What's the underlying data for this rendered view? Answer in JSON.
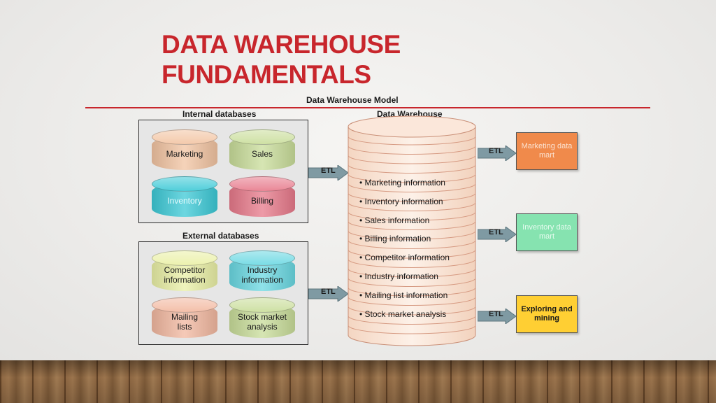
{
  "slide": {
    "title_line1": "DATA WAREHOUSE",
    "title_line2": "FUNDAMENTALS",
    "accent_color": "#c8262c"
  },
  "diagram": {
    "model_title": "Data Warehouse Model",
    "internal_header": "Internal databases",
    "external_header": "External databases",
    "warehouse_header": "Data Warehouse",
    "internal_dbs": [
      {
        "label": "Marketing",
        "color": "#f2c4a2"
      },
      {
        "label": "Sales",
        "color": "#c9dd9a"
      },
      {
        "label": "Inventory",
        "color": "#3cc9d6"
      },
      {
        "label": "Billing",
        "color": "#e7798a"
      }
    ],
    "external_dbs": [
      {
        "label": "Competitor information",
        "color": "#eaf0a6"
      },
      {
        "label": "Industry information",
        "color": "#6ad8e2"
      },
      {
        "label": "Mailing lists",
        "color": "#f2b8a0"
      },
      {
        "label": "Stock market analysis",
        "color": "#c9dd9a"
      }
    ],
    "etl_label": "ETL",
    "warehouse_items": [
      "Marketing information",
      "Inventory information",
      "Sales information",
      "Billing information",
      "Competitor information",
      "Industry information",
      "Mailing list information",
      "Stock market analysis"
    ],
    "outputs": [
      {
        "label": "Marketing data mart",
        "color": "#f08a4b"
      },
      {
        "label": "Inventory data mart",
        "color": "#86e3b0"
      },
      {
        "label": "Exploring and mining",
        "color": "#ffcf33"
      }
    ]
  }
}
